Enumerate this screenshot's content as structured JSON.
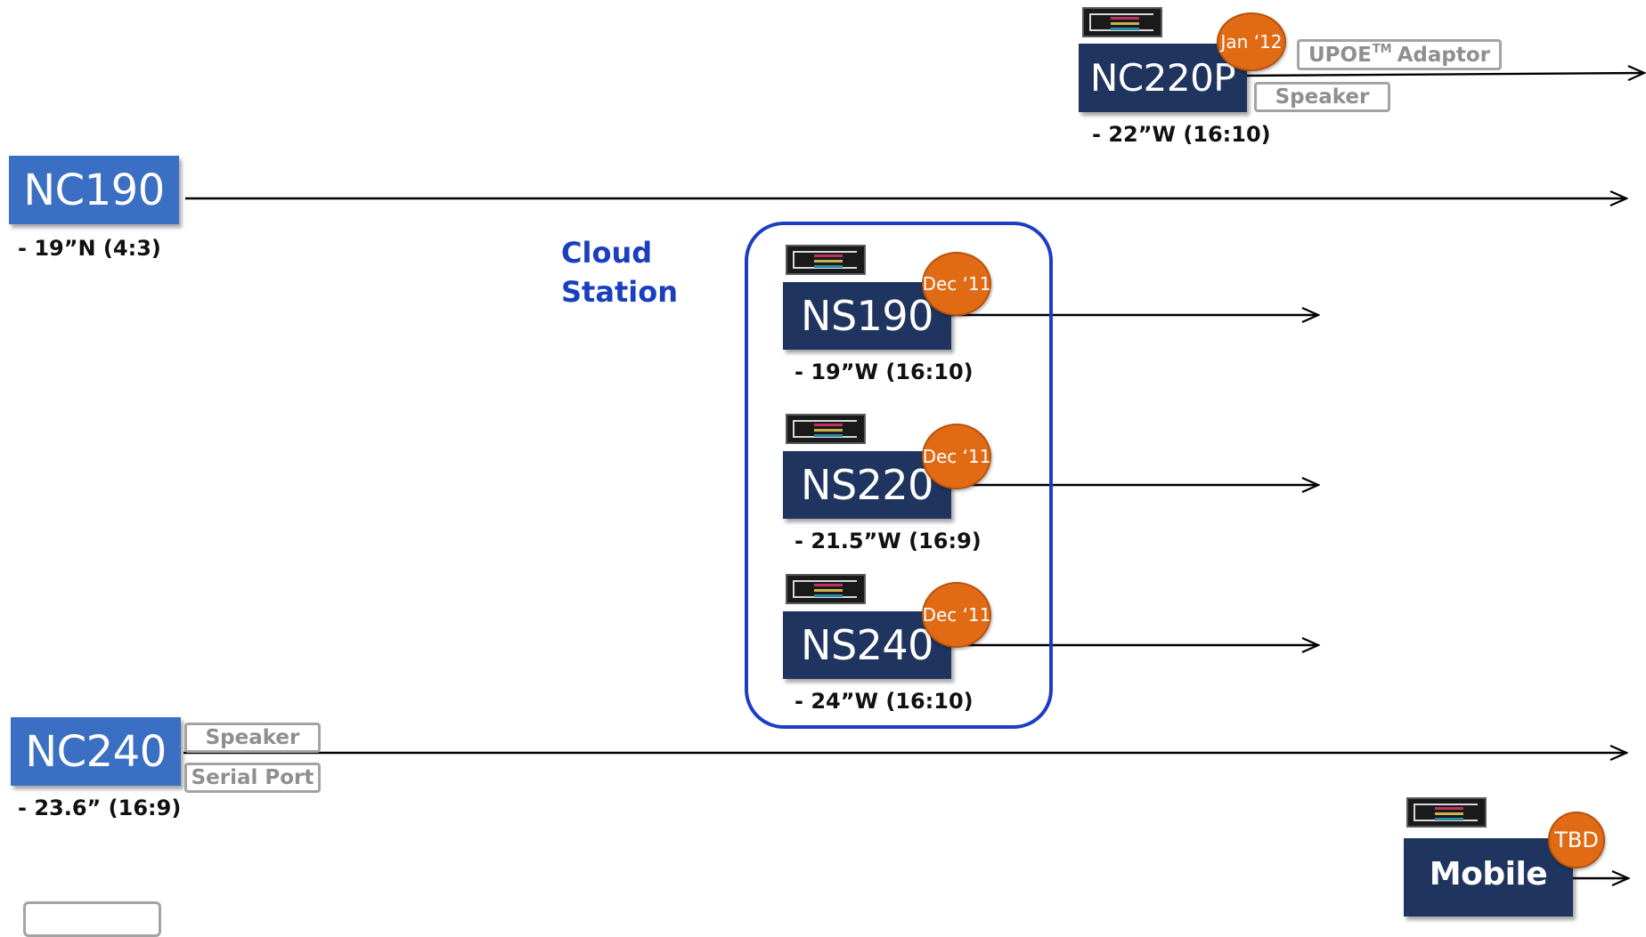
{
  "colors": {
    "light_box": "#3b6fc4",
    "dark_box": "#1f3560",
    "badge": "#e06b14",
    "group_border": "#1c3dc4",
    "tag_text": "#8f8f8f"
  },
  "products": {
    "nc220p": {
      "name": "NC220P",
      "spec": "- 22”W (16:10)",
      "badge": "Jan ‘12",
      "tags": [
        "UPOE",
        "TM",
        "Adaptor",
        "Speaker"
      ]
    },
    "nc190": {
      "name": "NC190",
      "spec": "- 19”N (4:3)"
    },
    "ns190": {
      "name": "NS190",
      "spec": "- 19”W (16:10)",
      "badge": "Dec ‘11"
    },
    "ns220": {
      "name": "NS220",
      "spec": "- 21.5”W (16:9)",
      "badge": "Dec ‘11"
    },
    "ns240": {
      "name": "NS240",
      "spec": "- 24”W (16:10)",
      "badge": "Dec ‘11"
    },
    "nc240": {
      "name": "NC240",
      "spec": "- 23.6” (16:9)",
      "tags": [
        "Speaker",
        "Serial Port"
      ]
    },
    "mobile": {
      "name": "Mobile",
      "badge": "TBD"
    }
  },
  "cloud_group": {
    "label_line1": "Cloud",
    "label_line2": "Station"
  }
}
